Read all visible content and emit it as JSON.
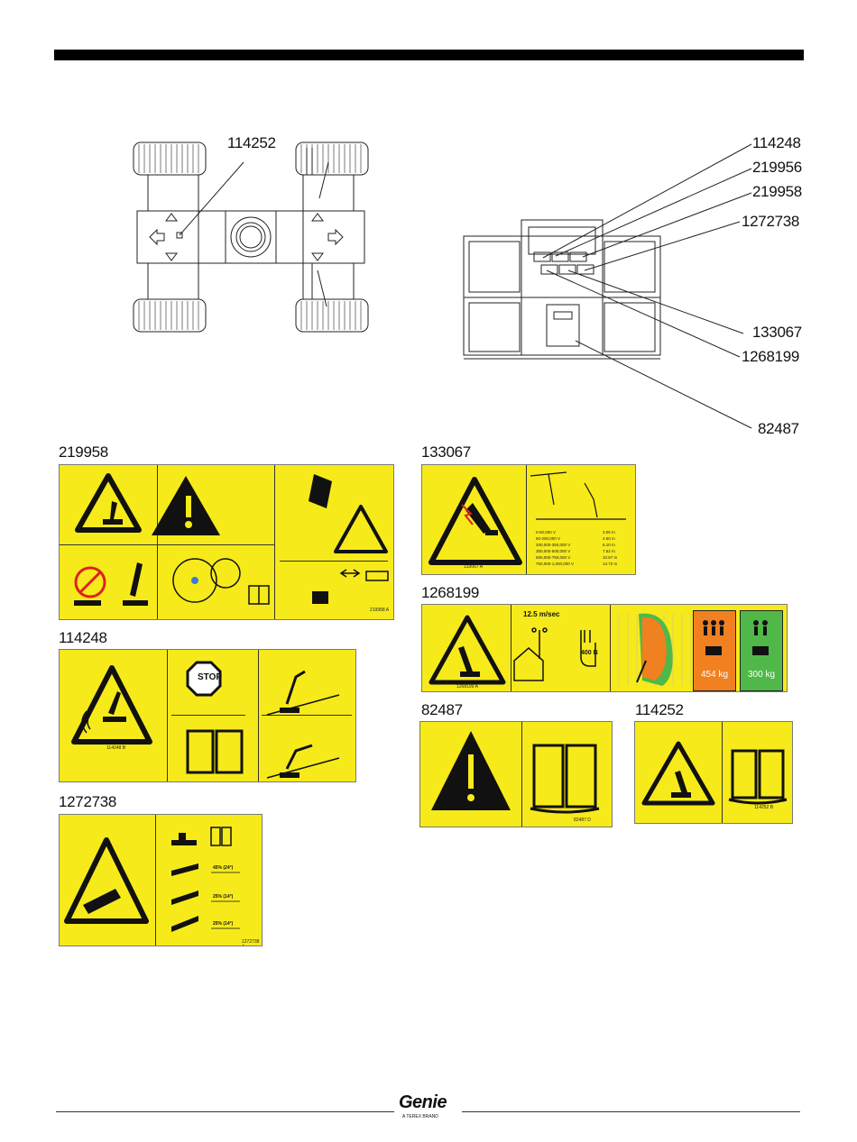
{
  "diagram_left": {
    "callout": "114252"
  },
  "diagram_right": {
    "callouts": [
      "114248",
      "219956",
      "219958",
      "1272738",
      "133067",
      "1268199",
      "82487"
    ]
  },
  "decals": {
    "d219958": {
      "title": "219958",
      "part": "219958 A"
    },
    "d114248": {
      "title": "114248",
      "part": "114248 B",
      "stop": "STOP"
    },
    "d1272738": {
      "title": "1272738",
      "part": "1272738 A",
      "slopes": [
        "45% (24°)",
        "25% (14°)",
        "25% (14°)"
      ]
    },
    "d133067": {
      "title": "133067",
      "part": "133067 A",
      "table": [
        "0-50,000 V",
        "50-200,000 V",
        "200,000-350,000 V",
        "350,000-500,000 V",
        "500,000-750,000 V",
        "750,000-1,000,000 V"
      ],
      "distances": [
        "3.05 m",
        "4.60 m",
        "6.10 m",
        "7.62 m",
        "10.67 m",
        "13.72 m"
      ]
    },
    "d1268199": {
      "title": "1268199",
      "part": "1268199 A",
      "wind": "12.5 m/sec",
      "force": "400 N",
      "cap1": "454 kg",
      "cap2": "300 kg"
    },
    "d82487": {
      "title": "82487",
      "part": "82487 D"
    },
    "d114252": {
      "title": "114252",
      "part": "114252 B"
    }
  },
  "footer": {
    "logo": "Genie",
    "brand": "A TEREX BRAND"
  },
  "colors": {
    "decal_yellow": "#f7ea1a",
    "orange": "#f08020",
    "green": "#4fb848",
    "black": "#111111"
  }
}
